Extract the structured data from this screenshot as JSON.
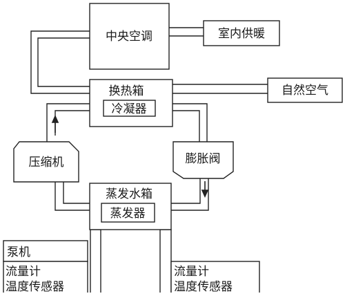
{
  "labels": {
    "central_ac": "中央空调",
    "indoor_heating": "室内供暖",
    "heat_exchange_box": "换热箱",
    "natural_air": "自然空气",
    "condenser": "冷凝器",
    "compressor": "压缩机",
    "expansion_valve": "膨胀阀",
    "evaporation_tank": "蒸发水箱",
    "evaporator": "蒸发器",
    "pump": "泵机",
    "flow_meter_left": "流量计",
    "temp_sensor_left": "温度传感器",
    "flow_meter_right": "流量计",
    "temp_sensor_right": "温度传感器"
  },
  "colors": {
    "stroke": "#222222",
    "fill": "#ffffff"
  }
}
